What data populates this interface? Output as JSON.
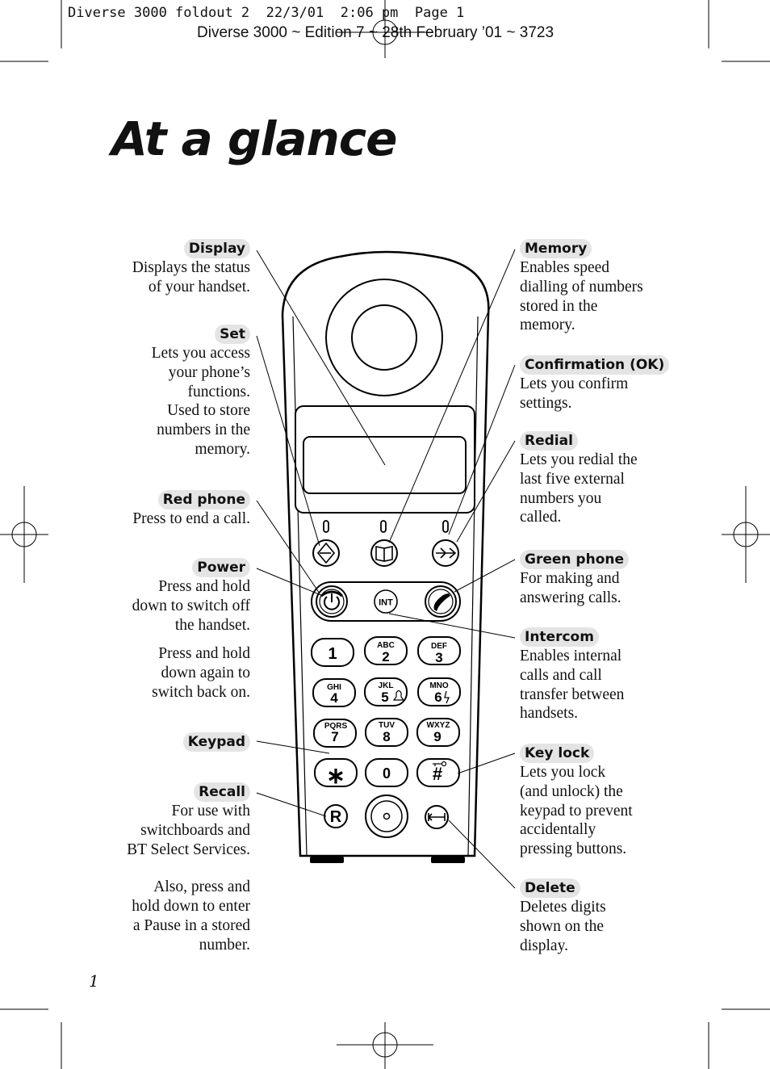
{
  "header": {
    "slug": "Diverse 3000 foldout 2  22/3/01  2:06 pm  Page 1",
    "edition": "Diverse 3000 ~ Edition 7 ~ 28th February ’01 ~ 3723"
  },
  "title": "At a glance",
  "page_number": "1",
  "callouts": {
    "display": {
      "label": "Display",
      "desc": "Displays the status\nof your handset."
    },
    "set": {
      "label": "Set",
      "desc": "Lets you access\nyour phone’s\nfunctions.\nUsed to store\nnumbers in the\nmemory."
    },
    "red_phone": {
      "label": "Red phone",
      "desc": "Press to end a call."
    },
    "power": {
      "label": "Power",
      "desc": "Press and hold\ndown to switch off\nthe handset.",
      "desc2": "Press and hold\ndown again to\nswitch back on."
    },
    "keypad": {
      "label": "Keypad"
    },
    "recall": {
      "label": "Recall",
      "desc": "For use with\nswitchboards and\nBT Select Services.",
      "desc2": "Also, press and\nhold down to enter\na Pause in a stored\nnumber."
    },
    "memory": {
      "label": "Memory",
      "desc": "Enables speed\ndialling of numbers\nstored in the\nmemory."
    },
    "confirmation": {
      "label": "Confirmation (OK)",
      "desc": "Lets you confirm\nsettings."
    },
    "redial": {
      "label": "Redial",
      "desc": "Lets you redial the\nlast five external\nnumbers you\ncalled."
    },
    "green_phone": {
      "label": "Green phone",
      "desc": "For making and\nanswering calls."
    },
    "intercom": {
      "label": "Intercom",
      "desc": "Enables internal\ncalls and call\ntransfer between\nhandsets."
    },
    "key_lock": {
      "label": "Key lock",
      "desc": "Lets you lock\n(and unlock) the\nkeypad to prevent\naccidentally\npressing buttons."
    },
    "delete": {
      "label": "Delete",
      "desc": "Deletes digits\nshown on the\ndisplay."
    }
  },
  "handset": {
    "int_label": "INT",
    "keys": [
      {
        "digit": "1",
        "letters": ""
      },
      {
        "digit": "2",
        "letters": "ABC"
      },
      {
        "digit": "3",
        "letters": "DEF"
      },
      {
        "digit": "4",
        "letters": "GHI"
      },
      {
        "digit": "5",
        "letters": "JKL"
      },
      {
        "digit": "6",
        "letters": "MNO"
      },
      {
        "digit": "7",
        "letters": "PQRS"
      },
      {
        "digit": "8",
        "letters": "TUV"
      },
      {
        "digit": "9",
        "letters": "WXYZ"
      },
      {
        "digit": "∗",
        "letters": ""
      },
      {
        "digit": "0",
        "letters": ""
      },
      {
        "digit": "#",
        "letters": ""
      }
    ],
    "recall_key": "R"
  }
}
